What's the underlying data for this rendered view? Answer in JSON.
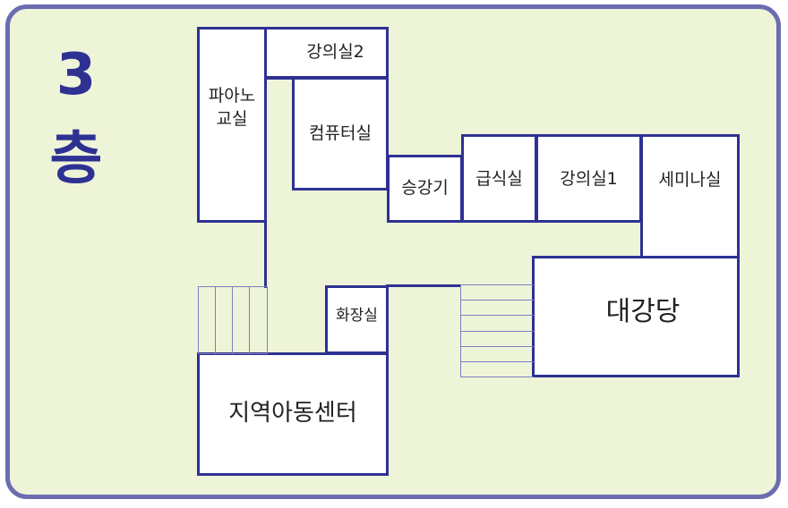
{
  "floor_label": {
    "number": "3",
    "unit": "층"
  },
  "rooms": {
    "piano": "파아노\n교실",
    "lecture2": "강의실2",
    "computer": "컴퓨터실",
    "elevator": "승강기",
    "cafeteria": "급식실",
    "lecture1": "강의실1",
    "seminar": "세미나실",
    "auditorium": "대강당",
    "restroom": "화장실",
    "childcare": "지역아동센터"
  },
  "colors": {
    "line": "#2e3192",
    "frame": "#6b6db0",
    "background": "#eef4d8",
    "stairs": "#7d7fc0"
  }
}
